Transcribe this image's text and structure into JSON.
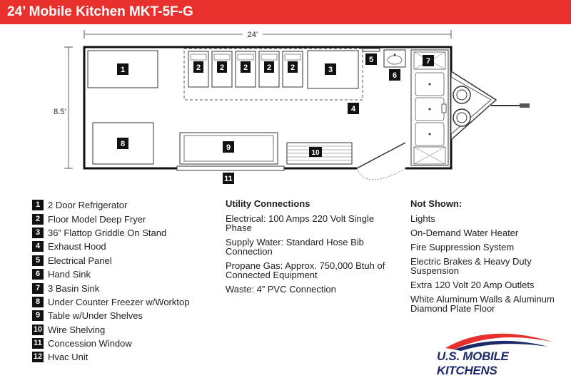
{
  "title": "24’ Mobile Kitchen MKT-5F-G",
  "brand_color": "#e8302c",
  "dimensions": {
    "length": "24’",
    "width": "8.5’"
  },
  "plan_labels": {
    "refrigerator": "1",
    "fryers": [
      "2",
      "2",
      "2",
      "2",
      "2"
    ],
    "griddle": "3",
    "hood": "4",
    "panel": "5",
    "hand_sink": "6",
    "basin_sink": "7",
    "freezer": "8",
    "table": "9",
    "wire_shelving": "10",
    "window": "11"
  },
  "legend": [
    {
      "num": "1",
      "label": "2 Door Refrigerator"
    },
    {
      "num": "2",
      "label": "Floor Model Deep Fryer"
    },
    {
      "num": "3",
      "label": "36” Flattop Griddle On Stand"
    },
    {
      "num": "4",
      "label": "Exhaust Hood"
    },
    {
      "num": "5",
      "label": "Electrical Panel"
    },
    {
      "num": "6",
      "label": "Hand Sink"
    },
    {
      "num": "7",
      "label": "3 Basin Sink"
    },
    {
      "num": "8",
      "label": "Under Counter Freezer w/Worktop"
    },
    {
      "num": "9",
      "label": "Table w/Under Shelves"
    },
    {
      "num": "10",
      "label": "Wire Shelving"
    },
    {
      "num": "11",
      "label": "Concession Window"
    },
    {
      "num": "12",
      "label": "Hvac Unit"
    }
  ],
  "utility": {
    "title": "Utility Connections",
    "items": [
      "Electrical: 100 Amps 220 Volt Single Phase",
      "Supply Water: Standard Hose Bib Connection",
      "Propane Gas: Approx. 750,000 Btuh of Connected Equipment",
      "Waste: 4” PVC Connection"
    ]
  },
  "not_shown": {
    "title": "Not Shown:",
    "items": [
      "Lights",
      "On-Demand Water Heater",
      "Fire Suppression System",
      "Electric Brakes & Heavy Duty Suspension",
      "Extra 120 Volt 20 Amp Outlets",
      "White Aluminum Walls & Aluminum Diamond Plate Floor"
    ]
  },
  "logo": {
    "text": "U.S. MOBILE KITCHENS",
    "red": "#e8302c",
    "blue": "#1c2a6b"
  }
}
